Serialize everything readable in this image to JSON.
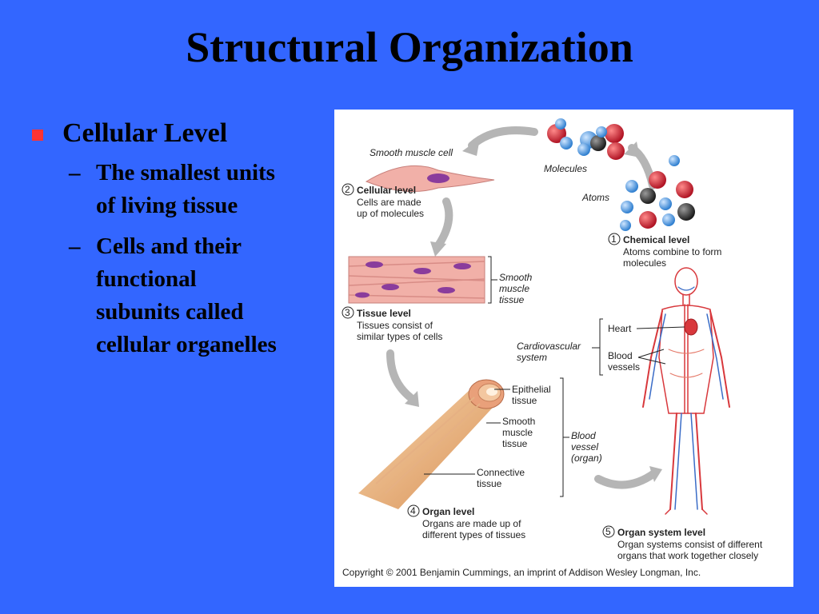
{
  "title": "Structural Organization",
  "bullets": {
    "main": "Cellular Level",
    "sub": [
      "The smallest units of living tissue",
      "Cells and their functional subunits called cellular organelles"
    ]
  },
  "figure": {
    "smooth_muscle_cell": "Smooth muscle cell",
    "molecules": "Molecules",
    "atoms": "Atoms",
    "step2_num": "2",
    "step2_title": "Cellular level",
    "step2_desc1": "Cells are made",
    "step2_desc2": "up of molecules",
    "step1_num": "1",
    "step1_title": "Chemical level",
    "step1_desc1": "Atoms combine to form",
    "step1_desc2": "molecules",
    "smooth_muscle_tissue_1": "Smooth",
    "smooth_muscle_tissue_2": "muscle",
    "smooth_muscle_tissue_3": "tissue",
    "step3_num": "3",
    "step3_title": "Tissue level",
    "step3_desc1": "Tissues consist of",
    "step3_desc2": "similar types of cells",
    "heart": "Heart",
    "cardio_1": "Cardiovascular",
    "cardio_2": "system",
    "blood_vessels_1": "Blood",
    "blood_vessels_2": "vessels",
    "epithelial_1": "Epithelial",
    "epithelial_2": "tissue",
    "organ_smooth_1": "Smooth",
    "organ_smooth_2": "muscle",
    "organ_smooth_3": "tissue",
    "blood_vessel_organ_1": "Blood",
    "blood_vessel_organ_2": "vessel",
    "blood_vessel_organ_3": "(organ)",
    "connective_1": "Connective",
    "connective_2": "tissue",
    "step4_num": "4",
    "step4_title": "Organ level",
    "step4_desc1": "Organs are made up of",
    "step4_desc2": "different types of tissues",
    "step5_num": "5",
    "step5_title": "Organ system level",
    "step5_desc1": "Organ systems consist of different",
    "step5_desc2": "organs that work together closely",
    "copyright": "Copyright © 2001 Benjamin Cummings, an imprint of Addison Wesley Longman, Inc."
  },
  "colors": {
    "background": "#3366ff",
    "bullet": "#ff3333",
    "atom_red": "#cc1f2e",
    "atom_blue": "#3b8fd8",
    "atom_black": "#2b2b2b",
    "arrow_gray": "#b5b5b5",
    "muscle_pink": "#f1b0a8",
    "nucleus_purple": "#8a3c9c"
  }
}
